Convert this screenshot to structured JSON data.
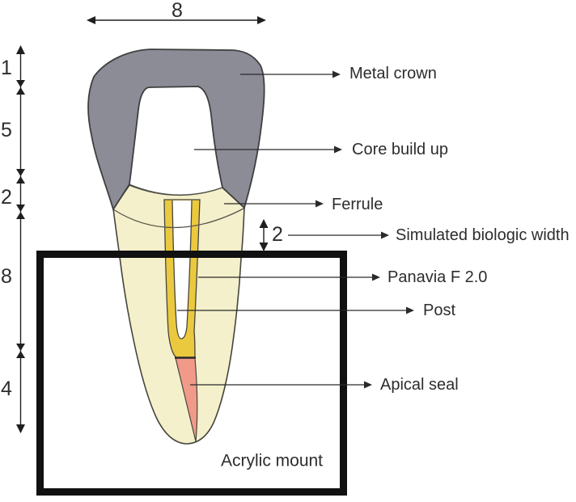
{
  "diagram": {
    "top_dimension": {
      "value": "8"
    },
    "left_dimensions": [
      {
        "value": "1"
      },
      {
        "value": "5"
      },
      {
        "value": "2"
      },
      {
        "value": "8"
      },
      {
        "value": "4"
      }
    ],
    "biologic_width_dimension": {
      "value": "2"
    },
    "callouts": [
      {
        "label": "Metal crown"
      },
      {
        "label": "Core build up"
      },
      {
        "label": "Ferrule"
      },
      {
        "label": "Simulated biologic width"
      },
      {
        "label": "Panavia F 2.0"
      },
      {
        "label": "Post"
      },
      {
        "label": "Apical seal"
      }
    ],
    "mount_label": "Acrylic mount",
    "colors": {
      "metal_crown": "#8b8c96",
      "dentin": "#f4f0cb",
      "cement": "#ebc93f",
      "core": "#ffffff",
      "post": "#ffffff",
      "apical_seal": "#f19a8a",
      "outline": "#45453d",
      "mount_border": "#111111",
      "annotation": "#2a2a2a"
    }
  }
}
